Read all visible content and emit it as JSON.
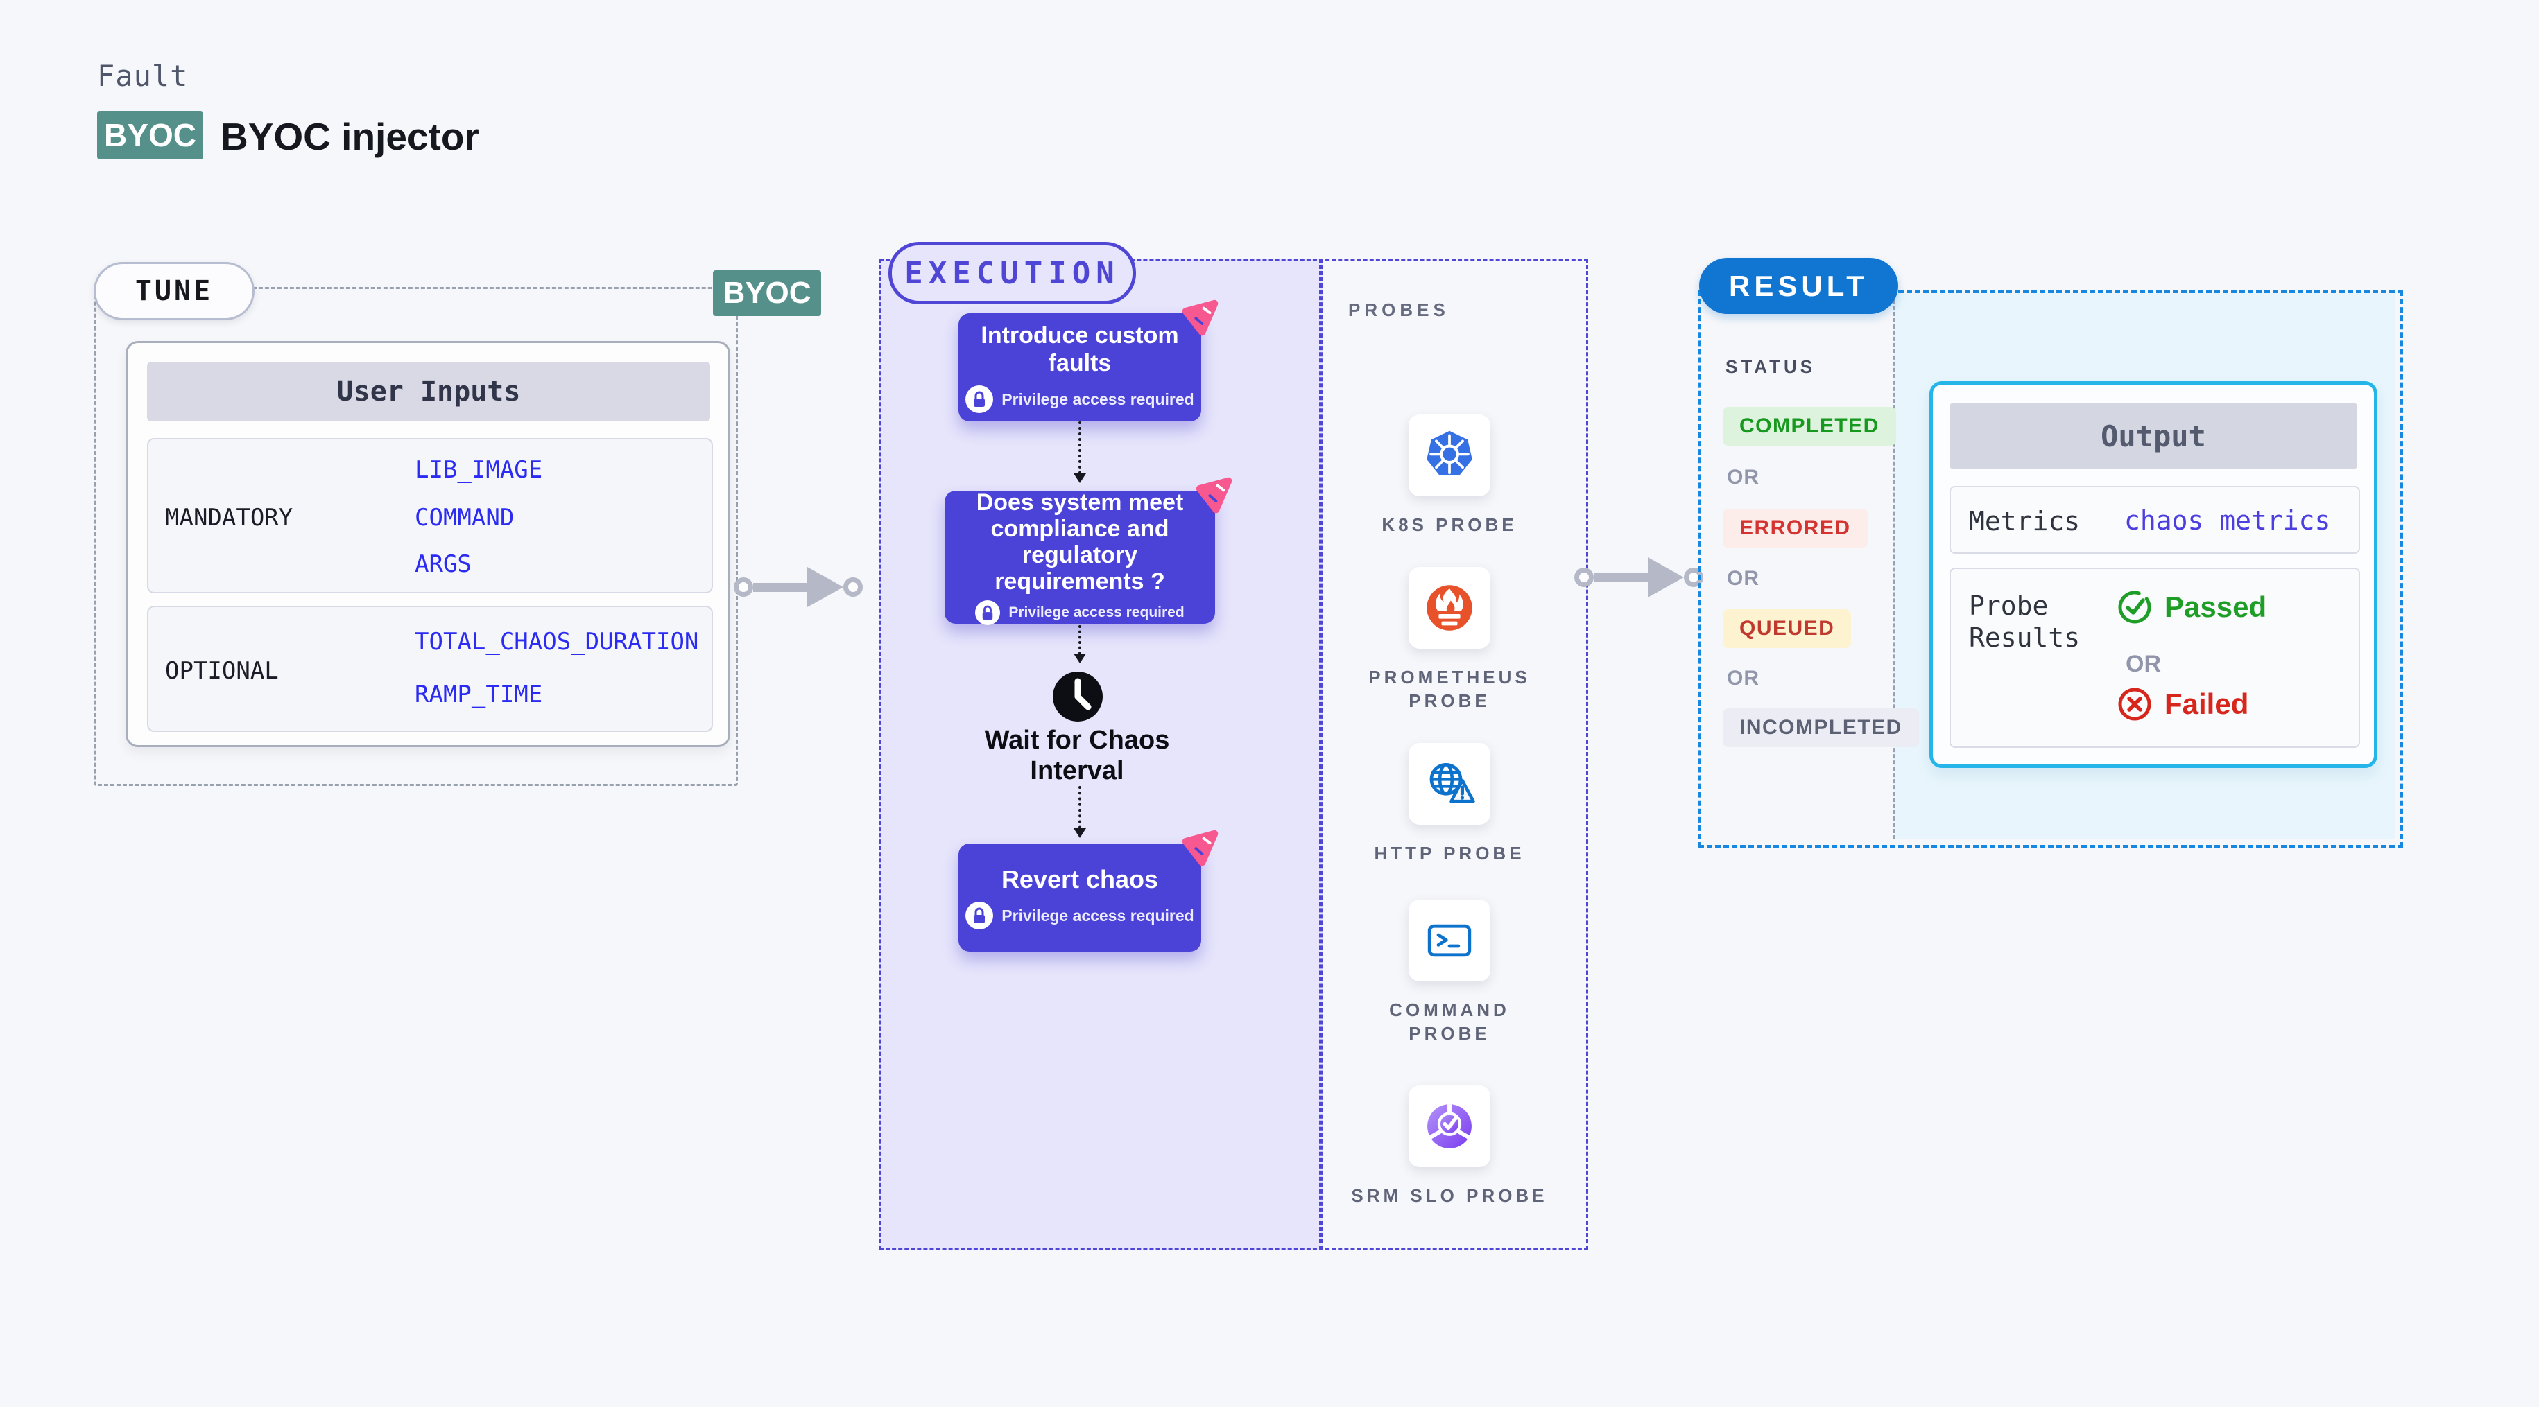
{
  "header": {
    "kicker": "Fault",
    "byoc_badge": "BYOC",
    "title": "BYOC injector"
  },
  "tune": {
    "pill": "TUNE",
    "corner_badge": "BYOC",
    "card_title": "User Inputs",
    "mandatory": {
      "label": "MANDATORY",
      "params": [
        "LIB_IMAGE",
        "COMMAND",
        "ARGS"
      ]
    },
    "optional": {
      "label": "OPTIONAL",
      "params": [
        "TOTAL_CHAOS_DURATION",
        "RAMP_TIME"
      ]
    }
  },
  "execution": {
    "pill": "EXECUTION",
    "steps": [
      {
        "title": "Introduce custom faults",
        "badge": "Privilege access required"
      },
      {
        "title": "Does system meet compliance and regulatory requirements ?",
        "badge": "Privilege access required"
      },
      {
        "title": "Revert chaos",
        "badge": "Privilege access required"
      }
    ],
    "wait_label": "Wait for Chaos Interval"
  },
  "probes": {
    "heading": "PROBES",
    "items": [
      {
        "label": "K8S PROBE",
        "icon": "kubernetes-icon"
      },
      {
        "label": "PROMETHEUS PROBE",
        "icon": "prometheus-icon"
      },
      {
        "label": "HTTP PROBE",
        "icon": "globe-warning-icon"
      },
      {
        "label": "COMMAND PROBE",
        "icon": "terminal-icon"
      },
      {
        "label": "SRM SLO PROBE",
        "icon": "pie-check-icon"
      }
    ]
  },
  "result": {
    "pill": "RESULT",
    "status_heading": "STATUS",
    "or": "OR",
    "statuses": [
      {
        "label": "COMPLETED",
        "kind": "success"
      },
      {
        "label": "ERRORED",
        "kind": "error"
      },
      {
        "label": "QUEUED",
        "kind": "queued"
      },
      {
        "label": "INCOMPLETED",
        "kind": "muted"
      }
    ],
    "output": {
      "title": "Output",
      "metrics_label": "Metrics",
      "metrics_value": "chaos metrics",
      "probe_results_label": "Probe Results",
      "passed": "Passed",
      "or": "OR",
      "failed": "Failed"
    }
  },
  "colors": {
    "teal_badge": "#56908a",
    "indigo_accent": "#4f46d6",
    "step_background": "#4b42d7",
    "result_blue": "#1176d1",
    "result_border": "#1787e0",
    "output_border": "#25b5e9",
    "param_blue": "#2b2bf2",
    "passed_green": "#1e9e27",
    "failed_red": "#d7261b",
    "pink_chip": "#f75890"
  }
}
